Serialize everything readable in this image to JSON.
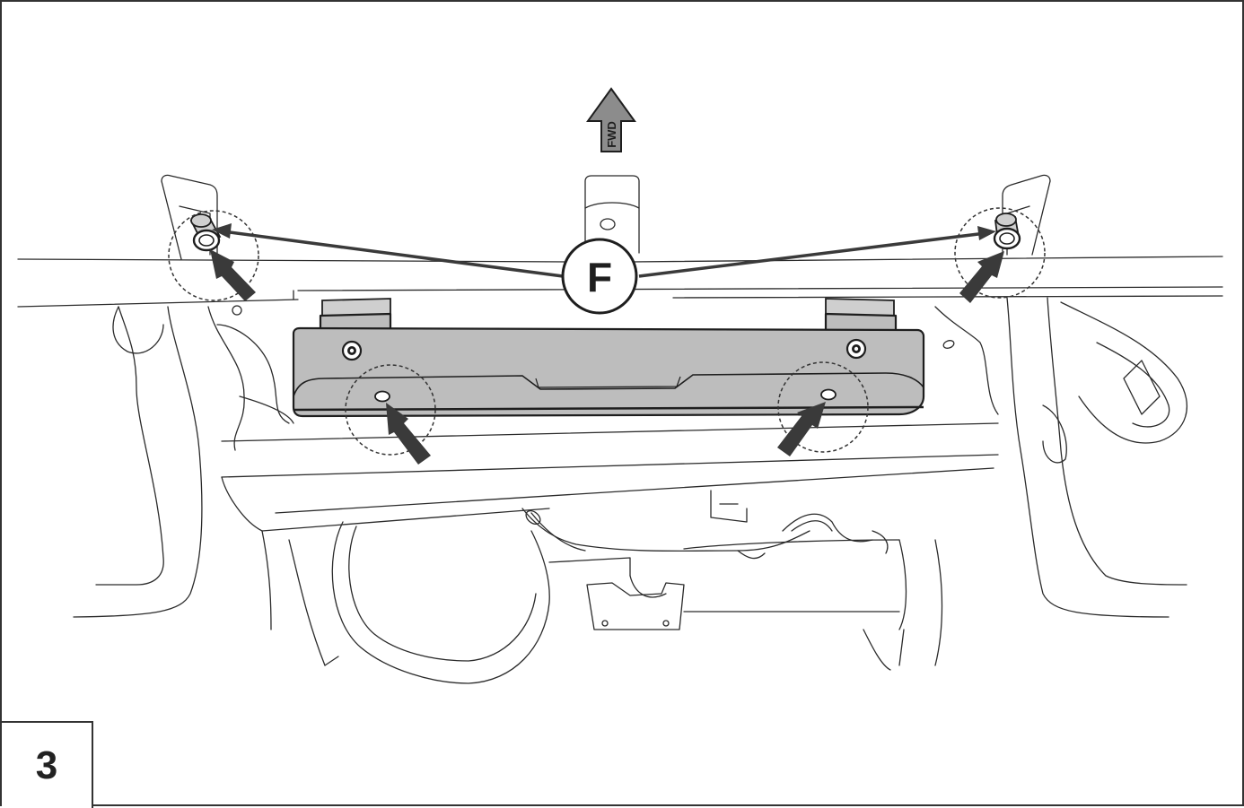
{
  "diagram": {
    "direction_label": "FWD",
    "callout_letter": "F",
    "step_number": "3"
  },
  "colors": {
    "line": "#2b2b2b",
    "part_fill": "#bdbdbd",
    "arrow_fill": "#3a3a3a",
    "fwd_arrow_fill": "#8c8c8c"
  },
  "icons": {
    "direction": "arrow-up-icon",
    "pointer": "pointer-arrow-icon"
  }
}
